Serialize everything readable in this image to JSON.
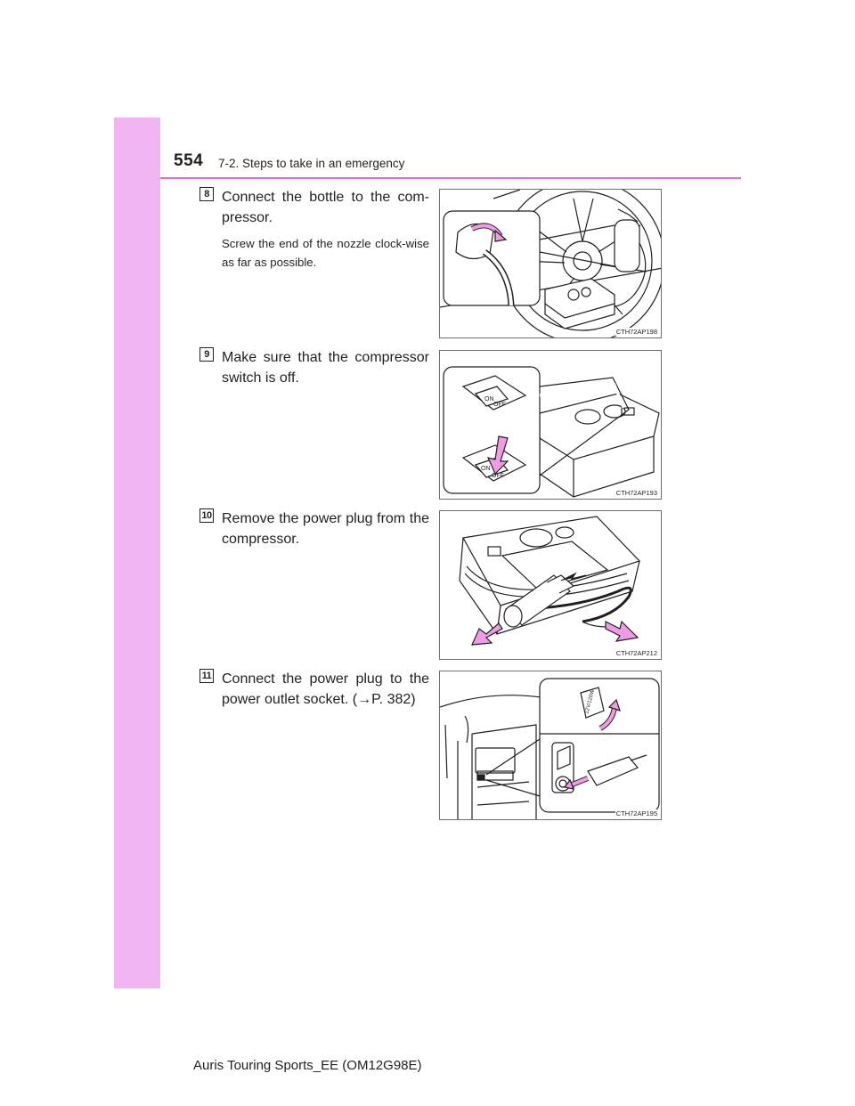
{
  "header": {
    "page_number": "554",
    "section_title": "7-2. Steps to take in an emergency"
  },
  "steps": [
    {
      "number": "8",
      "title": "Connect the bottle to the com-pressor.",
      "detail": "Screw the end of the nozzle clock-wise as far as possible.",
      "figure_code": "CTH72AP198"
    },
    {
      "number": "9",
      "title": "Make sure that the compressor switch is off.",
      "figure_code": "CTH72AP193",
      "figure_labels": [
        "ON",
        "OFF",
        "ON",
        "OFF"
      ]
    },
    {
      "number": "10",
      "title": "Remove the power plug from the compressor.",
      "figure_code": "CTH72AP212"
    },
    {
      "number": "11",
      "title": "Connect the power plug to the power outlet socket. (→P. 382)",
      "figure_code": "CTH72AP195",
      "figure_labels": [
        "12V/120W"
      ]
    }
  ],
  "footer": {
    "text": "Auris Touring Sports_EE (OM12G98E)"
  },
  "colors": {
    "sidebar": "#f0b4f0",
    "header_rule": "#e06ad8",
    "arrow_fill": "#ef9be6"
  }
}
